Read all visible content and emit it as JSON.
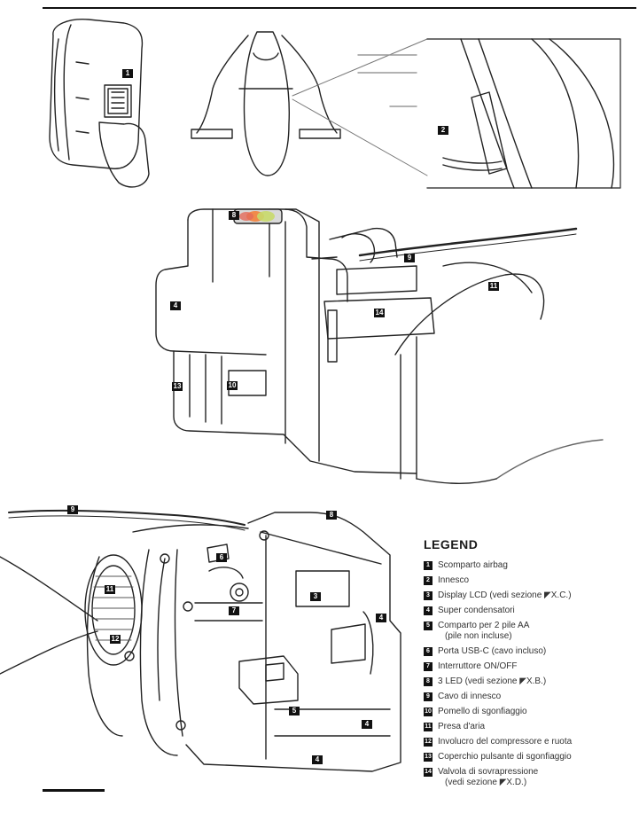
{
  "callouts": {
    "c1": "1",
    "c2": "2",
    "c3": "3",
    "c4a": "4",
    "c4b": "4",
    "c4c": "4",
    "c4d": "4",
    "c5": "5",
    "c6": "6",
    "c7": "7",
    "c8a": "8",
    "c8b": "8",
    "c9a": "9",
    "c9b": "9",
    "c10": "10",
    "c11a": "11",
    "c11b": "11",
    "c12": "12",
    "c13": "13",
    "c14": "14"
  },
  "legend": {
    "title": "LEGEND",
    "items": [
      {
        "num": "1",
        "text": "Scomparto airbag",
        "line2": ""
      },
      {
        "num": "2",
        "text": "Innesco",
        "line2": ""
      },
      {
        "num": "3",
        "text": "Display LCD (vedi sezione ◤X.C.)",
        "line2": ""
      },
      {
        "num": "4",
        "text": "Super condensatori",
        "line2": ""
      },
      {
        "num": "5",
        "text": "Comparto per 2 pile AA",
        "line2": "(pile non incluse)"
      },
      {
        "num": "6",
        "text": "Porta USB-C (cavo incluso)",
        "line2": ""
      },
      {
        "num": "7",
        "text": "Interruttore ON/OFF",
        "line2": ""
      },
      {
        "num": "8",
        "text": "3 LED (vedi sezione ◤X.B.)",
        "line2": ""
      },
      {
        "num": "9",
        "text": "Cavo di innesco",
        "line2": ""
      },
      {
        "num": "10",
        "text": "Pomello di sgonfiaggio",
        "line2": ""
      },
      {
        "num": "11",
        "text": "Presa d'aria",
        "line2": ""
      },
      {
        "num": "12",
        "text": "Involucro del compressore e ruota",
        "line2": ""
      },
      {
        "num": "13",
        "text": "Coperchio pulsante di sgonfiaggio",
        "line2": ""
      },
      {
        "num": "14",
        "text": "Valvola di sovrapressione",
        "line2": "(vedi sezione ◤X.D.)"
      }
    ]
  }
}
